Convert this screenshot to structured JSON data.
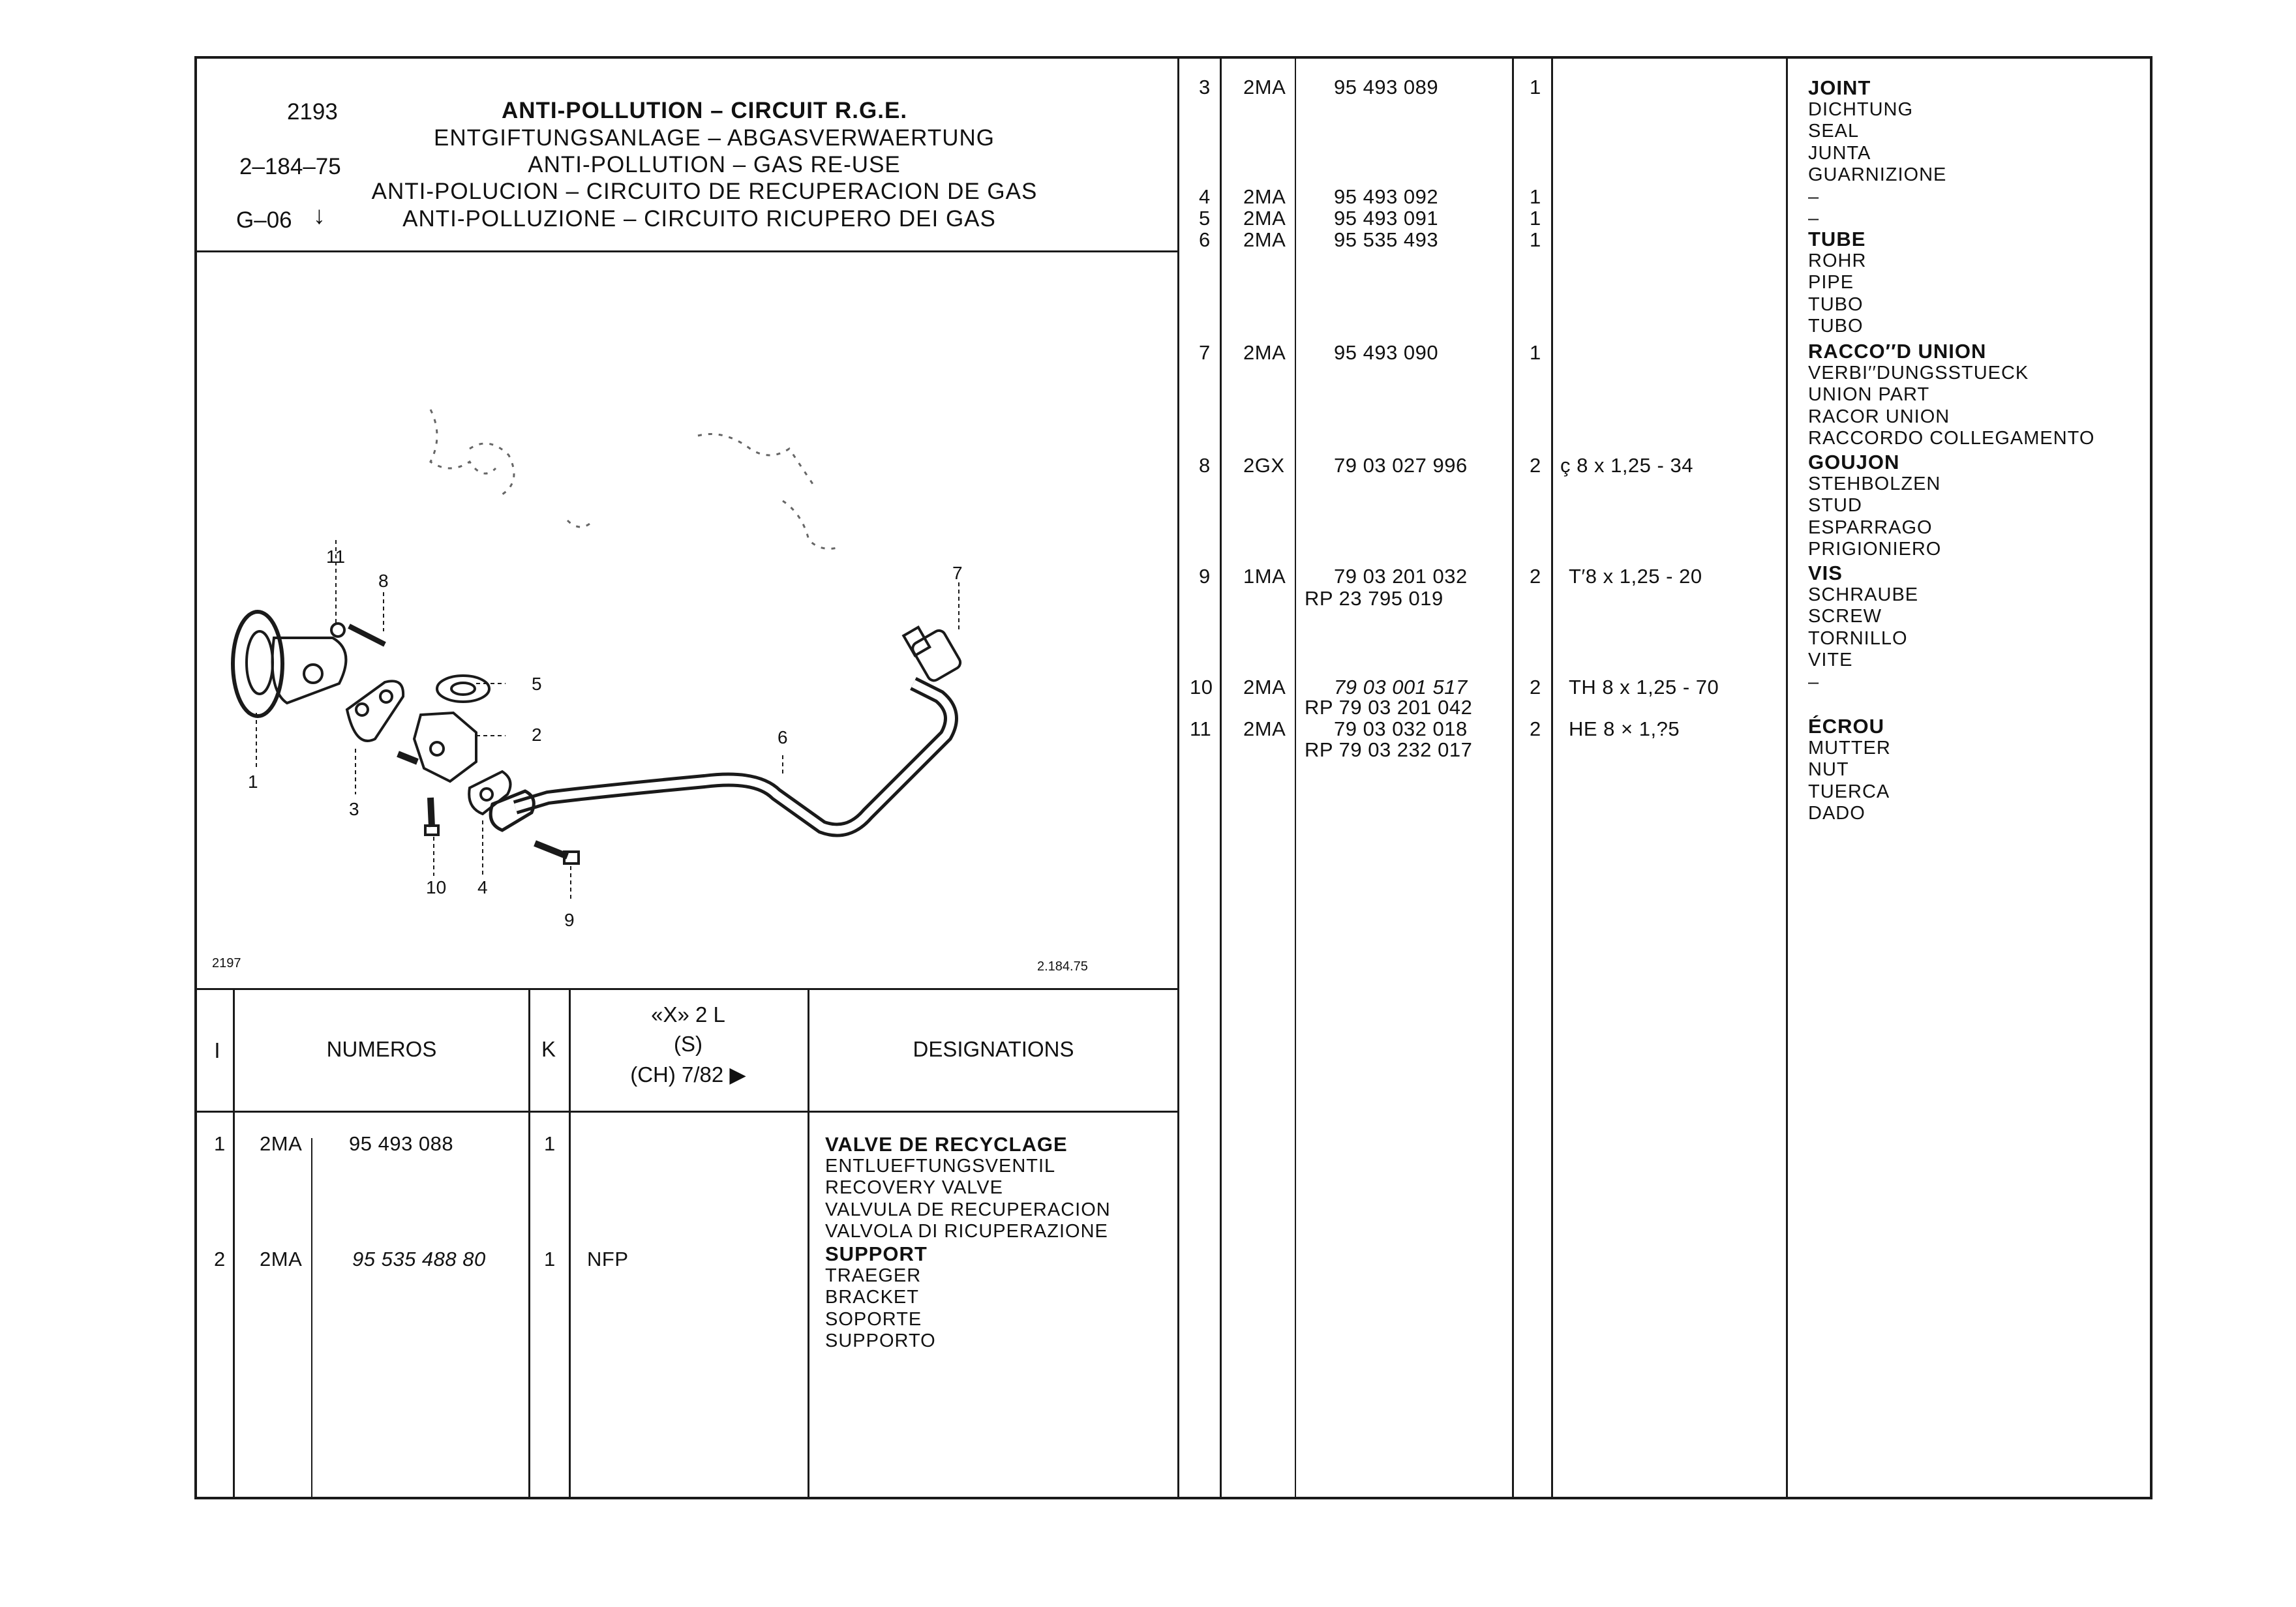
{
  "header": {
    "code": "2193",
    "ref": "2–184–75",
    "group": "G–06",
    "titles": [
      "ANTI-POLLUTION – CIRCUIT R.G.E.",
      "ENTGIFTUNGSANLAGE – ABGASVERWAERTUNG",
      "ANTI-POLLUTION – GAS RE-USE",
      "ANTI-POLUCION – CIRCUITO DE RECUPERACION DE GAS",
      "ANTI-POLLUZIONE – CIRCUITO RICUPERO DEI GAS"
    ]
  },
  "diagram": {
    "corner_left": "2197",
    "corner_right": "2.184.75",
    "callouts": [
      "1",
      "2",
      "3",
      "4",
      "5",
      "6",
      "7",
      "8",
      "9",
      "10",
      "11"
    ]
  },
  "columns": {
    "index": "I",
    "numbers": "NUMEROS",
    "qty": "K",
    "model_line1": "«X» 2 L",
    "model_line2": "(S)",
    "model_line3": "(CH) 7/82 ▶",
    "designations": "DESIGNATIONS"
  },
  "left_rows": [
    {
      "i": "1",
      "code": "2MA",
      "number": "95 493 088",
      "k": "1",
      "note": "",
      "des": [
        "VALVE DE RECYCLAGE",
        "ENTLUEFTUNGSVENTIL",
        "RECOVERY VALVE",
        "VALVULA DE RECUPERACION",
        "VALVOLA DI RICUPERAZIONE"
      ]
    },
    {
      "i": "2",
      "code": "2MA",
      "number": "95 535 488 80",
      "k": "1",
      "note": "NFP",
      "des": [
        "SUPPORT",
        "TRAEGER",
        "BRACKET",
        "SOPORTE",
        "SUPPORTO"
      ]
    }
  ],
  "right_rows": [
    {
      "i": "3",
      "code": "2MA",
      "number": "95 493 089",
      "number2": "",
      "k": "1",
      "note": ""
    },
    {
      "i": "4",
      "code": "2MA",
      "number": "95 493 092",
      "number2": "",
      "k": "1",
      "note": ""
    },
    {
      "i": "5",
      "code": "2MA",
      "number": "95 493 091",
      "number2": "",
      "k": "1",
      "note": ""
    },
    {
      "i": "6",
      "code": "2MA",
      "number": "95 535 493",
      "number2": "",
      "k": "1",
      "note": ""
    },
    {
      "i": "7",
      "code": "2MA",
      "number": "95 493 090",
      "number2": "",
      "k": "1",
      "note": ""
    },
    {
      "i": "8",
      "code": "2GX",
      "number": "79 03 027 996",
      "number2": "",
      "k": "2",
      "note": "ç  8 x 1,25 - 34"
    },
    {
      "i": "9",
      "code": "1MA",
      "number": "79 03 201 032",
      "number2": "RP 23 795 019",
      "k": "2",
      "note": "T′8 x 1,25 - 20"
    },
    {
      "i": "10",
      "code": "2MA",
      "number": "79 03 001 517",
      "number2": "RP 79 03 201 042",
      "k": "2",
      "note": "TH 8 x 1,25 - 70"
    },
    {
      "i": "11",
      "code": "2MA",
      "number": "79 03 032 018",
      "number2": "RP 79 03 232 017",
      "k": "2",
      "note": "HE 8 × 1,?5"
    }
  ],
  "right_designations": [
    {
      "lines": [
        "JOINT",
        "DICHTUNG",
        "SEAL",
        "JUNTA",
        "GUARNIZIONE"
      ]
    },
    {
      "lines": [
        "–"
      ]
    },
    {
      "lines": [
        "–"
      ]
    },
    {
      "lines": [
        "TUBE",
        "ROHR",
        "PIPE",
        "TUBO",
        "TUBO"
      ]
    },
    {
      "lines": [
        "RACCO′′D UNION",
        "VERBI′′DUNGSSTUECK",
        "UNION PART",
        "RACOR UNION",
        "RACCORDO COLLEGAMENTO"
      ]
    },
    {
      "lines": [
        "GOUJON",
        "STEHBOLZEN",
        "STUD",
        "ESPARRAGO",
        "PRIGIONIERO"
      ]
    },
    {
      "lines": [
        "VIS",
        "SCHRAUBE",
        "SCREW",
        "TORNILLO",
        "VITE",
        "–"
      ]
    },
    {
      "lines": [
        "ÉCROU",
        "MUTTER",
        "NUT",
        "TUERCA",
        "DADO"
      ]
    }
  ]
}
